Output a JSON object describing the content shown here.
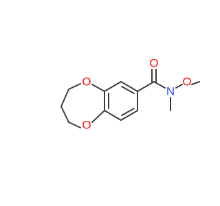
{
  "colors": {
    "bond": "#3c3c3c",
    "oxygen": "#ff0d0d",
    "nitrogen": "#3050f8"
  },
  "atoms": {
    "ring_oxygen_top": "O",
    "ring_oxygen_bottom": "O",
    "carbonyl_oxygen": "O",
    "amide_nitrogen": "N",
    "methoxy_oxygen": "O"
  }
}
